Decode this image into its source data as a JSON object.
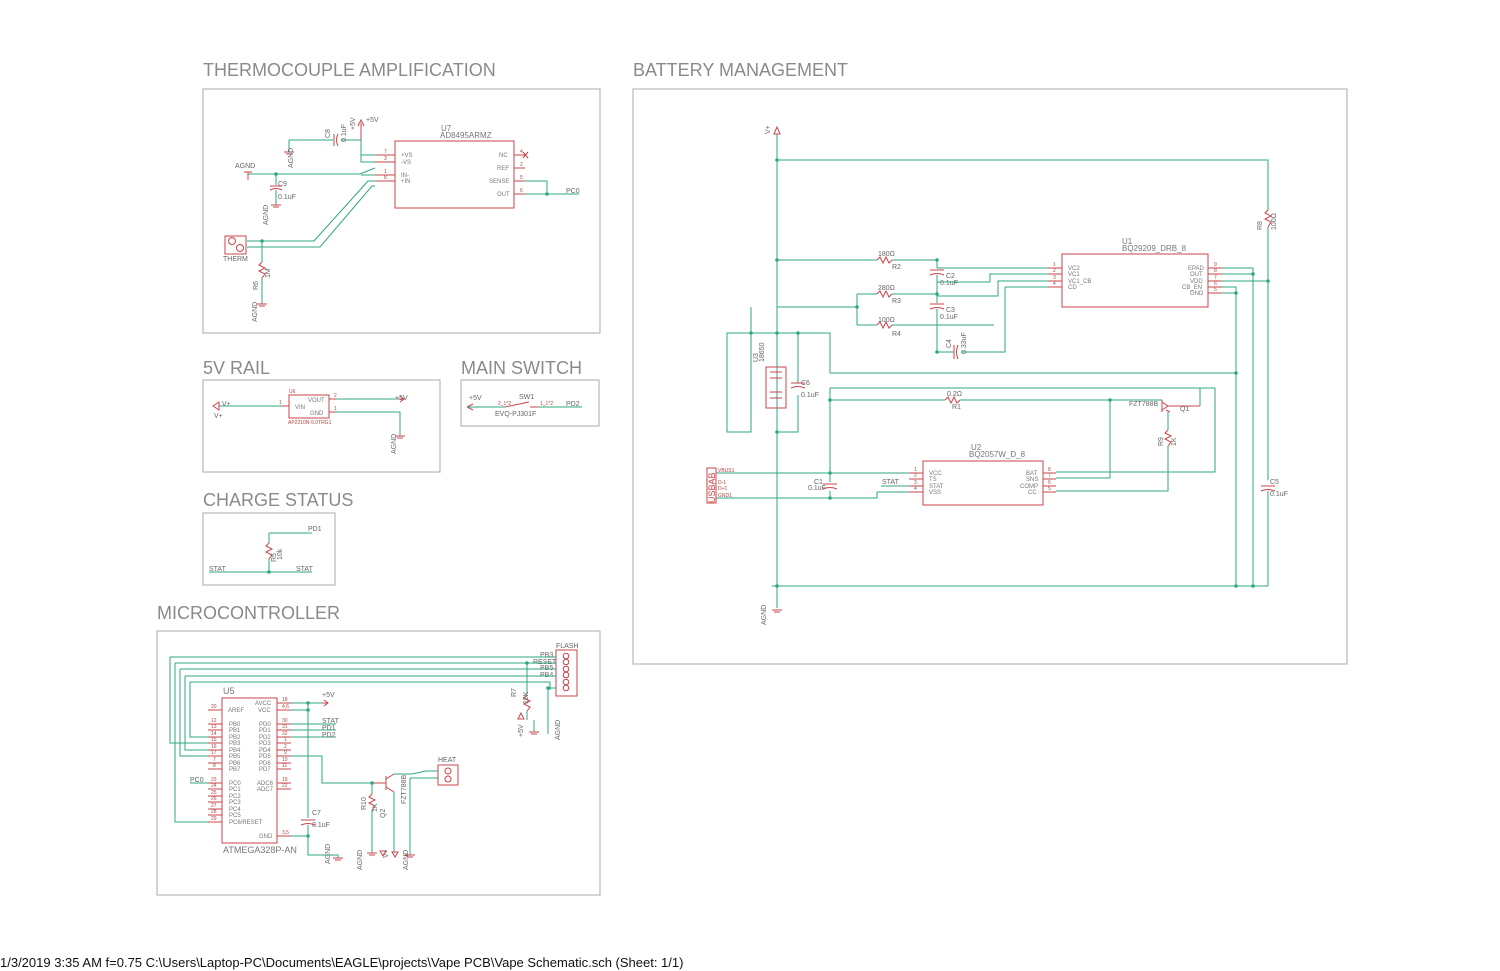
{
  "sections": {
    "thermo": "THERMOCOUPLE AMPLIFICATION",
    "battery": "BATTERY MANAGEMENT",
    "rail": "5V RAIL",
    "switch": "MAIN SWITCH",
    "charge": "CHARGE STATUS",
    "mcu": "MICROCONTROLLER"
  },
  "thermo": {
    "u7_ref": "U7",
    "u7_val": "AD8495ARMZ",
    "u7_left": [
      "+VS",
      "-VS",
      "IN-",
      "+IN"
    ],
    "u7_right": [
      "NC",
      "REF",
      "SENSE",
      "OUT"
    ],
    "u7_lnum": [
      "7",
      "3",
      "1",
      "8"
    ],
    "u7_rnum": [
      "4",
      "2",
      "5",
      "6"
    ],
    "c8": "C8",
    "c8v": "0.1uF",
    "c9": "C9",
    "c9v": "0.1uF",
    "agnd": "AGND",
    "p5v": "+5V",
    "pc0": "PC0",
    "therm": "THERM",
    "r6": "R6",
    "r6v": "1M"
  },
  "rail": {
    "vplus": "V+",
    "vin": "VIN",
    "vout": "VOUT",
    "gnd": "GND",
    "p5v": "+5V",
    "agnd": "AGND",
    "u_ref": "U6",
    "u_val": "AP2210N-5.0TRG1",
    "n1": "1",
    "n2": "2",
    "n3": "1"
  },
  "switch": {
    "p5v": "+5V",
    "sw": "SW1",
    "sw_val": "EVQ-PJ301F",
    "pd2": "PD2",
    "p1": "2_1*2",
    "p2": "1_1*2"
  },
  "charge": {
    "pd1": "PD1",
    "stat_l": "STAT",
    "stat_r": "STAT",
    "r": "R5",
    "rv": "10k"
  },
  "battery": {
    "vplus": "V+",
    "agnd": "AGND",
    "u1_ref": "U1",
    "u1_val": "BQ29209_DRB_8",
    "u1_left": [
      "VC2",
      "VC1",
      "VC1_CB",
      "CD"
    ],
    "u1_right": [
      "EPAD",
      "OUT",
      "VDD",
      "CB_EN",
      "GND"
    ],
    "u1_lnum": [
      "1",
      "2",
      "3",
      "4"
    ],
    "u1_rnum": [
      "9",
      "8",
      "7",
      "6",
      "5"
    ],
    "r2": "R2",
    "r2v": "180Ω",
    "r3": "R3",
    "r3v": "280Ω",
    "r4": "R4",
    "r4v": "100Ω",
    "c2": "C2",
    "c2v": "0.1uF",
    "c3": "C3",
    "c3v": "0.1uF",
    "c4": "C4",
    "c4v": "0.33uF",
    "u3_ref": "U3",
    "u3_val": "18650",
    "c6": "C6",
    "c6v": "0.1uF",
    "r1": "R1",
    "r1v": "0.2Ω",
    "q1": "Q1",
    "q1v": "FZT788B",
    "r9": "R9",
    "r9v": "1K",
    "u2_ref": "U2",
    "u2_val": "BQ2057W_D_8",
    "u2_left": [
      "VCC",
      "TS",
      "STAT",
      "VSS"
    ],
    "u2_right": [
      "BAT",
      "SNS",
      "COMP",
      "CC"
    ],
    "u2_lnum": [
      "1",
      "2",
      "3",
      "4"
    ],
    "u2_rnum": [
      "8",
      "7",
      "6",
      "5"
    ],
    "c1": "C1",
    "c1v": "0.1uF",
    "stat": "STAT",
    "usb": "USBAB",
    "usb_pins": [
      "VBUS1",
      "D-1",
      "D+1",
      "GND1"
    ],
    "r8": "R8",
    "r8v": "100Ω",
    "c5": "C5",
    "c5v": "0.1uF"
  },
  "mcu": {
    "u5": "U5",
    "u5v": "ATMEGA328P-AN",
    "top_left": [
      "AREF"
    ],
    "top_right": [
      "AVCC",
      "VCC"
    ],
    "pb": [
      "PB0",
      "PB1",
      "PB2",
      "PB3",
      "PB4",
      "PB5",
      "PB6",
      "PB7"
    ],
    "pd": [
      "PD0",
      "PD1",
      "PD2",
      "PD3",
      "PD4",
      "PD5",
      "PD6",
      "PD7"
    ],
    "pc": [
      "PC0",
      "PC1",
      "PC2",
      "PC3",
      "PC4",
      "PC5",
      "PC6/RESET"
    ],
    "adc": [
      "ADC6",
      "ADC7"
    ],
    "gnd": "GND",
    "pb_num": [
      "12",
      "13",
      "14",
      "15",
      "16",
      "17",
      "7",
      "8"
    ],
    "pd_num": [
      "30",
      "31",
      "32",
      "1",
      "2",
      "9",
      "10",
      "11"
    ],
    "pc_num": [
      "23",
      "24",
      "25",
      "26",
      "27",
      "28",
      "29"
    ],
    "adc_num": [
      "19",
      "22"
    ],
    "aref_num": "20",
    "avcc_num": "18",
    "vcc_num": "4,6",
    "gnd_num": "3,5",
    "p5v": "+5V",
    "stat": "STAT",
    "pd1": "PD1",
    "pd2": "PD2",
    "pc0": "PC0",
    "c7": "C7",
    "c7v": "0.1uF",
    "agnd": "AGND",
    "flash": "FLASH",
    "flash_pins": [
      "PB3",
      "RESET",
      "PB5",
      "PB4"
    ],
    "r7": "R7",
    "r7v": "10K",
    "heat": "HEAT",
    "q2": "Q2",
    "q2v": "FZT788B",
    "r10": "R10",
    "r10v": "1K",
    "vplus": "V+"
  },
  "footer": "1/3/2019 3:35 AM  f=0.75  C:\\Users\\Laptop-PC\\Documents\\EAGLE\\projects\\Vape PCB\\Vape Schematic.sch (Sheet: 1/1)"
}
